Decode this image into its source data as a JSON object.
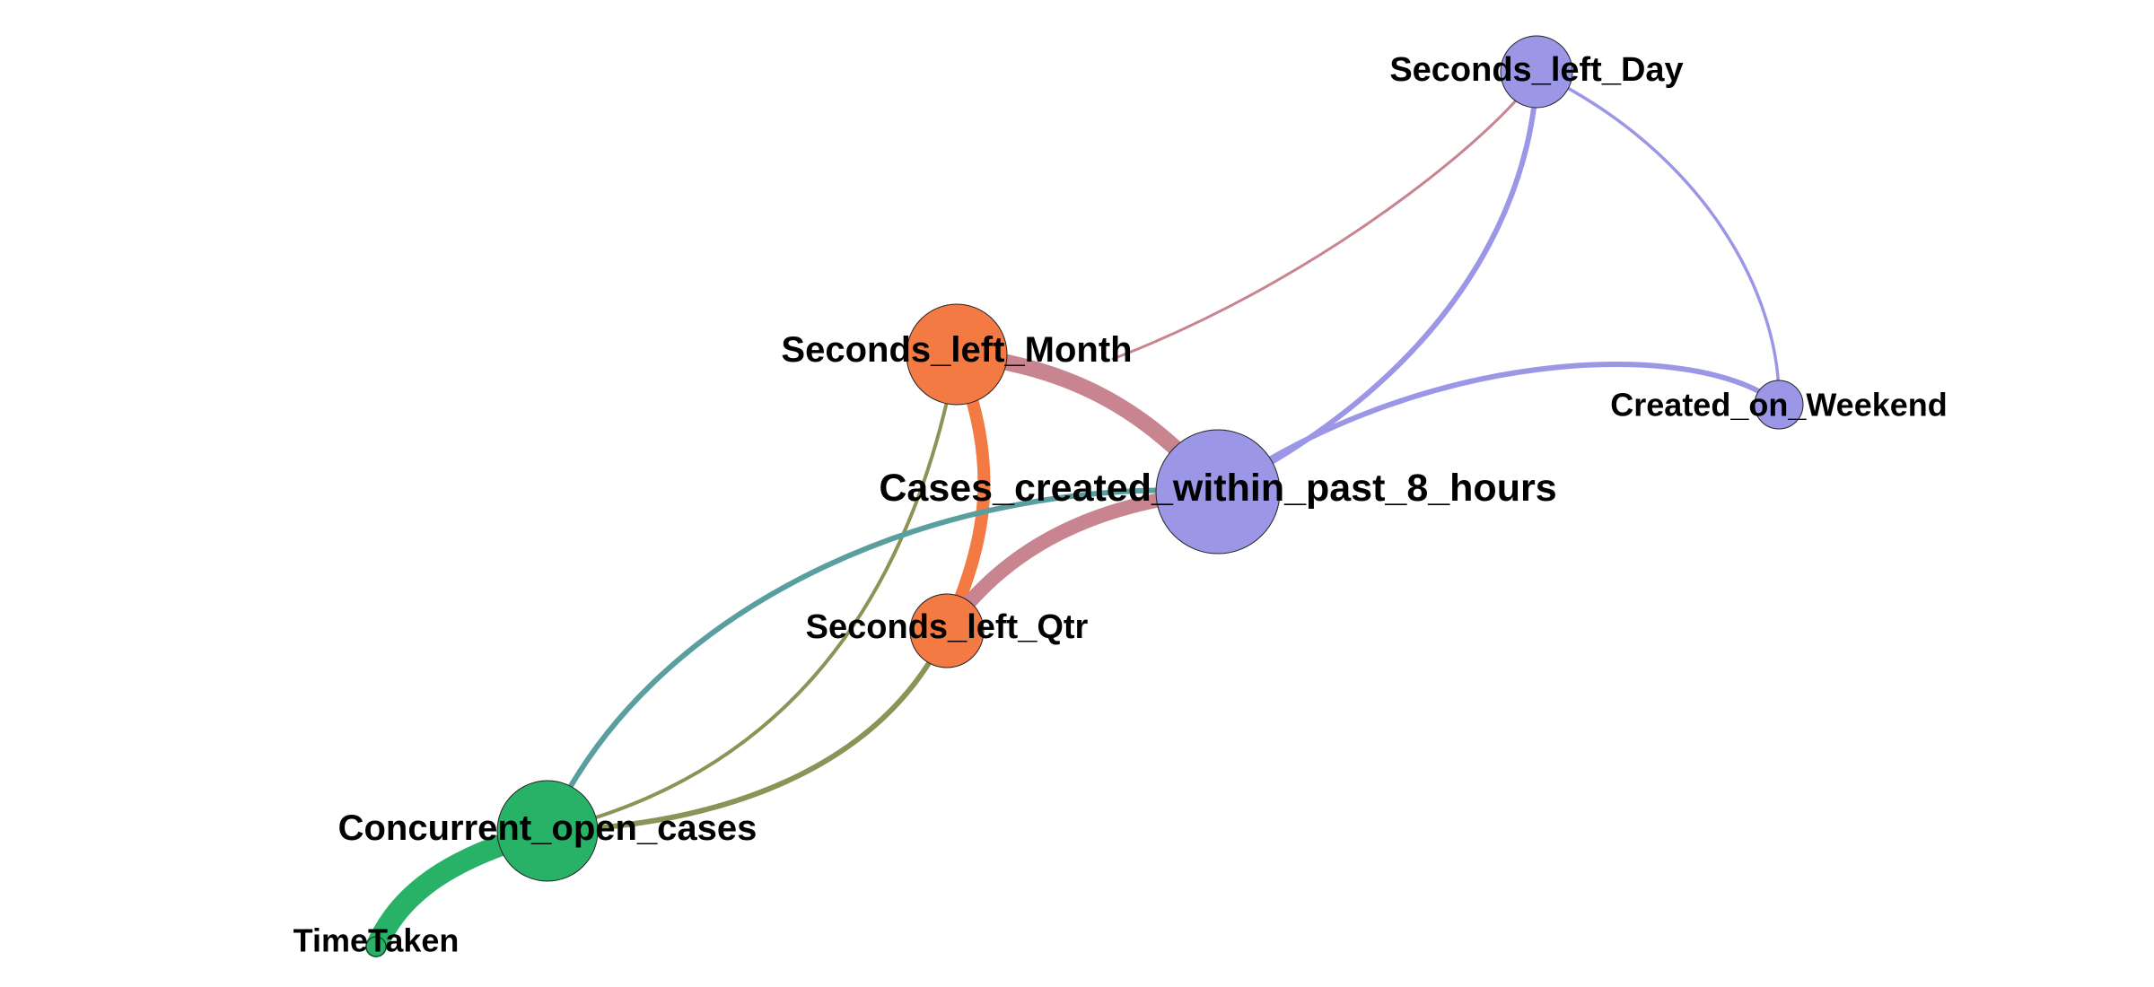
{
  "colors": {
    "purple": "#9b97e6",
    "orange": "#f47a44",
    "green": "#27b267",
    "olive": "#8b9356",
    "teal": "#5a9fa0",
    "rose": "#c8848f"
  },
  "nodes": [
    {
      "id": "seconds-left-day",
      "label": "Seconds_left_Day",
      "color": "#9b97e6"
    },
    {
      "id": "seconds-left-month",
      "label": "Seconds_left_Month",
      "color": "#f47a44"
    },
    {
      "id": "created-on-weekend",
      "label": "Created_on_Weekend",
      "color": "#9b97e6"
    },
    {
      "id": "cases-created-within-past-8-hours",
      "label": "Cases_created_within_past_8_hours",
      "color": "#9b97e6"
    },
    {
      "id": "seconds-left-qtr",
      "label": "Seconds_left_Qtr",
      "color": "#f47a44"
    },
    {
      "id": "concurrent-open-cases",
      "label": "Concurrent_open_cases",
      "color": "#27b267"
    },
    {
      "id": "timetaken",
      "label": "TimeTaken",
      "color": "#27b267"
    }
  ],
  "edges": [
    {
      "source": "seconds-left-month",
      "target": "seconds-left-day",
      "color": "#c8848f"
    },
    {
      "source": "cases-created-within-past-8-hours",
      "target": "seconds-left-day",
      "color": "#9b97e6"
    },
    {
      "source": "seconds-left-day",
      "target": "created-on-weekend",
      "color": "#9b97e6"
    },
    {
      "source": "cases-created-within-past-8-hours",
      "target": "created-on-weekend",
      "color": "#9b97e6"
    },
    {
      "source": "seconds-left-month",
      "target": "cases-created-within-past-8-hours",
      "color": "#c8848f"
    },
    {
      "source": "seconds-left-month",
      "target": "seconds-left-qtr",
      "color": "#f47a44"
    },
    {
      "source": "seconds-left-qtr",
      "target": "cases-created-within-past-8-hours",
      "color": "#c8848f"
    },
    {
      "source": "seconds-left-month",
      "target": "concurrent-open-cases",
      "color": "#8b9356"
    },
    {
      "source": "concurrent-open-cases",
      "target": "cases-created-within-past-8-hours",
      "color": "#5a9fa0"
    },
    {
      "source": "seconds-left-qtr",
      "target": "concurrent-open-cases",
      "color": "#8b9356"
    },
    {
      "source": "concurrent-open-cases",
      "target": "timetaken",
      "color": "#27b267"
    }
  ]
}
